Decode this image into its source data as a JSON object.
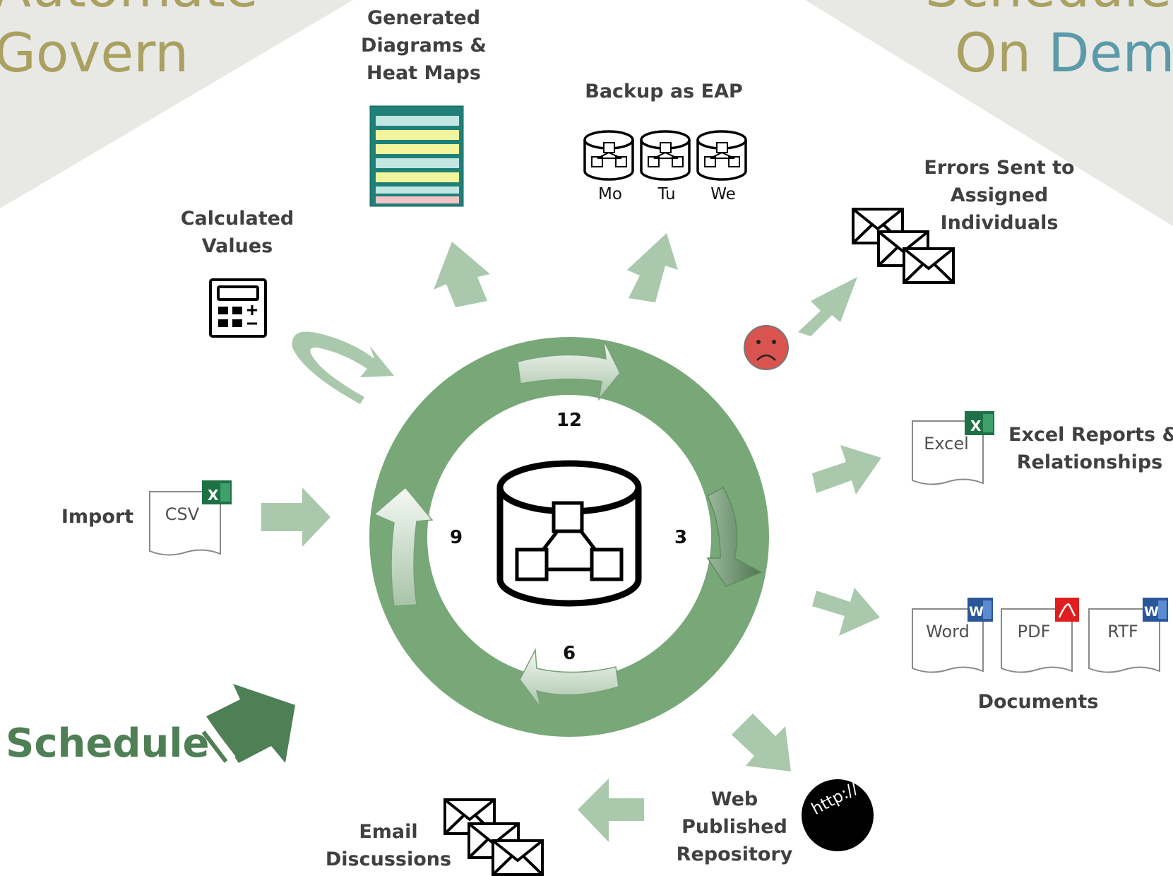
{
  "headings": {
    "left_top": "Automate",
    "left": "Govern",
    "right_top": "Scheduled",
    "right_on": "On",
    "right_demand": "Demand",
    "schedule": "Schedule",
    "colors": {
      "olive": "#a9a061",
      "teal": "#5b9aa9",
      "green": "#4f7f55"
    }
  },
  "clock": {
    "numbers": {
      "twelve": "12",
      "three": "3",
      "six": "6",
      "nine": "9"
    },
    "ring_color": "#78a878"
  },
  "labels": {
    "generated": [
      "Generated",
      "Diagrams &",
      "Heat Maps"
    ],
    "backup": "Backup as EAP",
    "days": [
      "Mo",
      "Tu",
      "We"
    ],
    "errors": [
      "Errors Sent to",
      "Assigned",
      "Individuals"
    ],
    "calculated": [
      "Calculated",
      "Values"
    ],
    "import": "Import",
    "excel_reports": [
      "Excel Reports &",
      "Relationships"
    ],
    "documents": "Documents",
    "web": [
      "Web",
      "Published",
      "Repository"
    ],
    "email": [
      "Email",
      "Discussions"
    ]
  },
  "file_icons": {
    "csv": "CSV",
    "excel": "Excel",
    "word": "Word",
    "pdf": "PDF",
    "rtf": "RTF",
    "http": "http://"
  },
  "icons": [
    "calculator-icon",
    "database-icon",
    "envelope-icon",
    "sad-face-icon",
    "excel-badge-icon",
    "word-badge-icon",
    "pdf-badge-icon",
    "globe-http-icon"
  ]
}
